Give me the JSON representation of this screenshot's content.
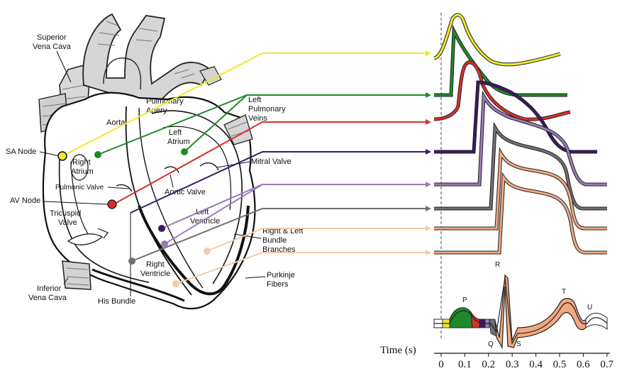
{
  "labels": {
    "superior_vena_cava": [
      "Superior",
      "Vena Cava"
    ],
    "aorta": "Aorta",
    "pulmonary_artery": [
      "Pulmonary",
      "Artery"
    ],
    "left_pulmonary_veins": [
      "Left",
      "Pulmonary",
      "Veins"
    ],
    "left_atrium": [
      "Left",
      "Atrium"
    ],
    "sa_node": "SA Node",
    "right_atrium": [
      "Right",
      "Atrium"
    ],
    "mitral_valve": "Mitral Valve",
    "pulmonic_valve": "Pulmonic Valve",
    "aortic_valve": "Aortic Valve",
    "av_node": "AV Node",
    "tricuspid_valve": [
      "Tricuspid",
      "Valve"
    ],
    "left_ventricle": [
      "Left",
      "Ventricle"
    ],
    "bundle_branches": [
      "Right & Left",
      "Bundle",
      "Branches"
    ],
    "right_ventricle": [
      "Right",
      "Ventricle"
    ],
    "inferior_vena_cava": [
      "Inferior",
      "Vena Cava"
    ],
    "purkinje_fibers": [
      "Purkinje",
      "Fibers"
    ],
    "his_bundle": "His Bundle"
  },
  "ecg_labels": {
    "p": "P",
    "q": "Q",
    "r": "R",
    "s": "S",
    "t": "T",
    "u": "U"
  },
  "axis": {
    "title": "Time (s)",
    "ticks": [
      "0",
      "0.1",
      "0.2",
      "0.3",
      "0.4",
      "0.5",
      "0.6",
      "0.7"
    ]
  },
  "colors": {
    "sa_node": "#f0e82c",
    "atrium": "#1e8a2a",
    "av_node": "#d8302a",
    "his_bundle": "#3a1a66",
    "bundle_branches": "#9a7ab8",
    "purkinje_left": "#707070",
    "ventricle_muscle": "#f0a882",
    "ventricle_muscle_light": "#f6c9a8"
  }
}
